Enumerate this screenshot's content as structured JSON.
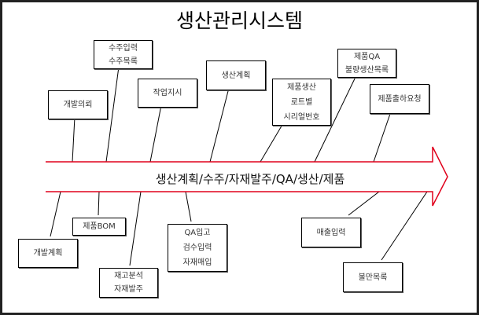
{
  "title": "생산관리시스템",
  "spine": {
    "label": "생산계획/수주/자재발주/QA/생산/제품",
    "color": "#e0001b"
  },
  "top_boxes": [
    {
      "lines": [
        "개발의뢰"
      ]
    },
    {
      "lines": [
        "수주입력",
        "수주목록"
      ]
    },
    {
      "lines": [
        "작업지시"
      ]
    },
    {
      "lines": [
        "생산계획"
      ]
    },
    {
      "lines": [
        "제품생산",
        "로트별",
        "시리얼번호"
      ]
    },
    {
      "lines": [
        "제품QA",
        "불량생산목록"
      ]
    },
    {
      "lines": [
        "제품출하요청"
      ]
    }
  ],
  "bottom_boxes": [
    {
      "lines": [
        "개발계획"
      ]
    },
    {
      "lines": [
        "제품BOM"
      ]
    },
    {
      "lines": [
        "재고분석",
        "자재발주"
      ]
    },
    {
      "lines": [
        "QA입고",
        "검수입력",
        "자재매입"
      ]
    },
    {
      "lines": [
        "매출입력"
      ]
    },
    {
      "lines": [
        "불만목록"
      ]
    }
  ]
}
